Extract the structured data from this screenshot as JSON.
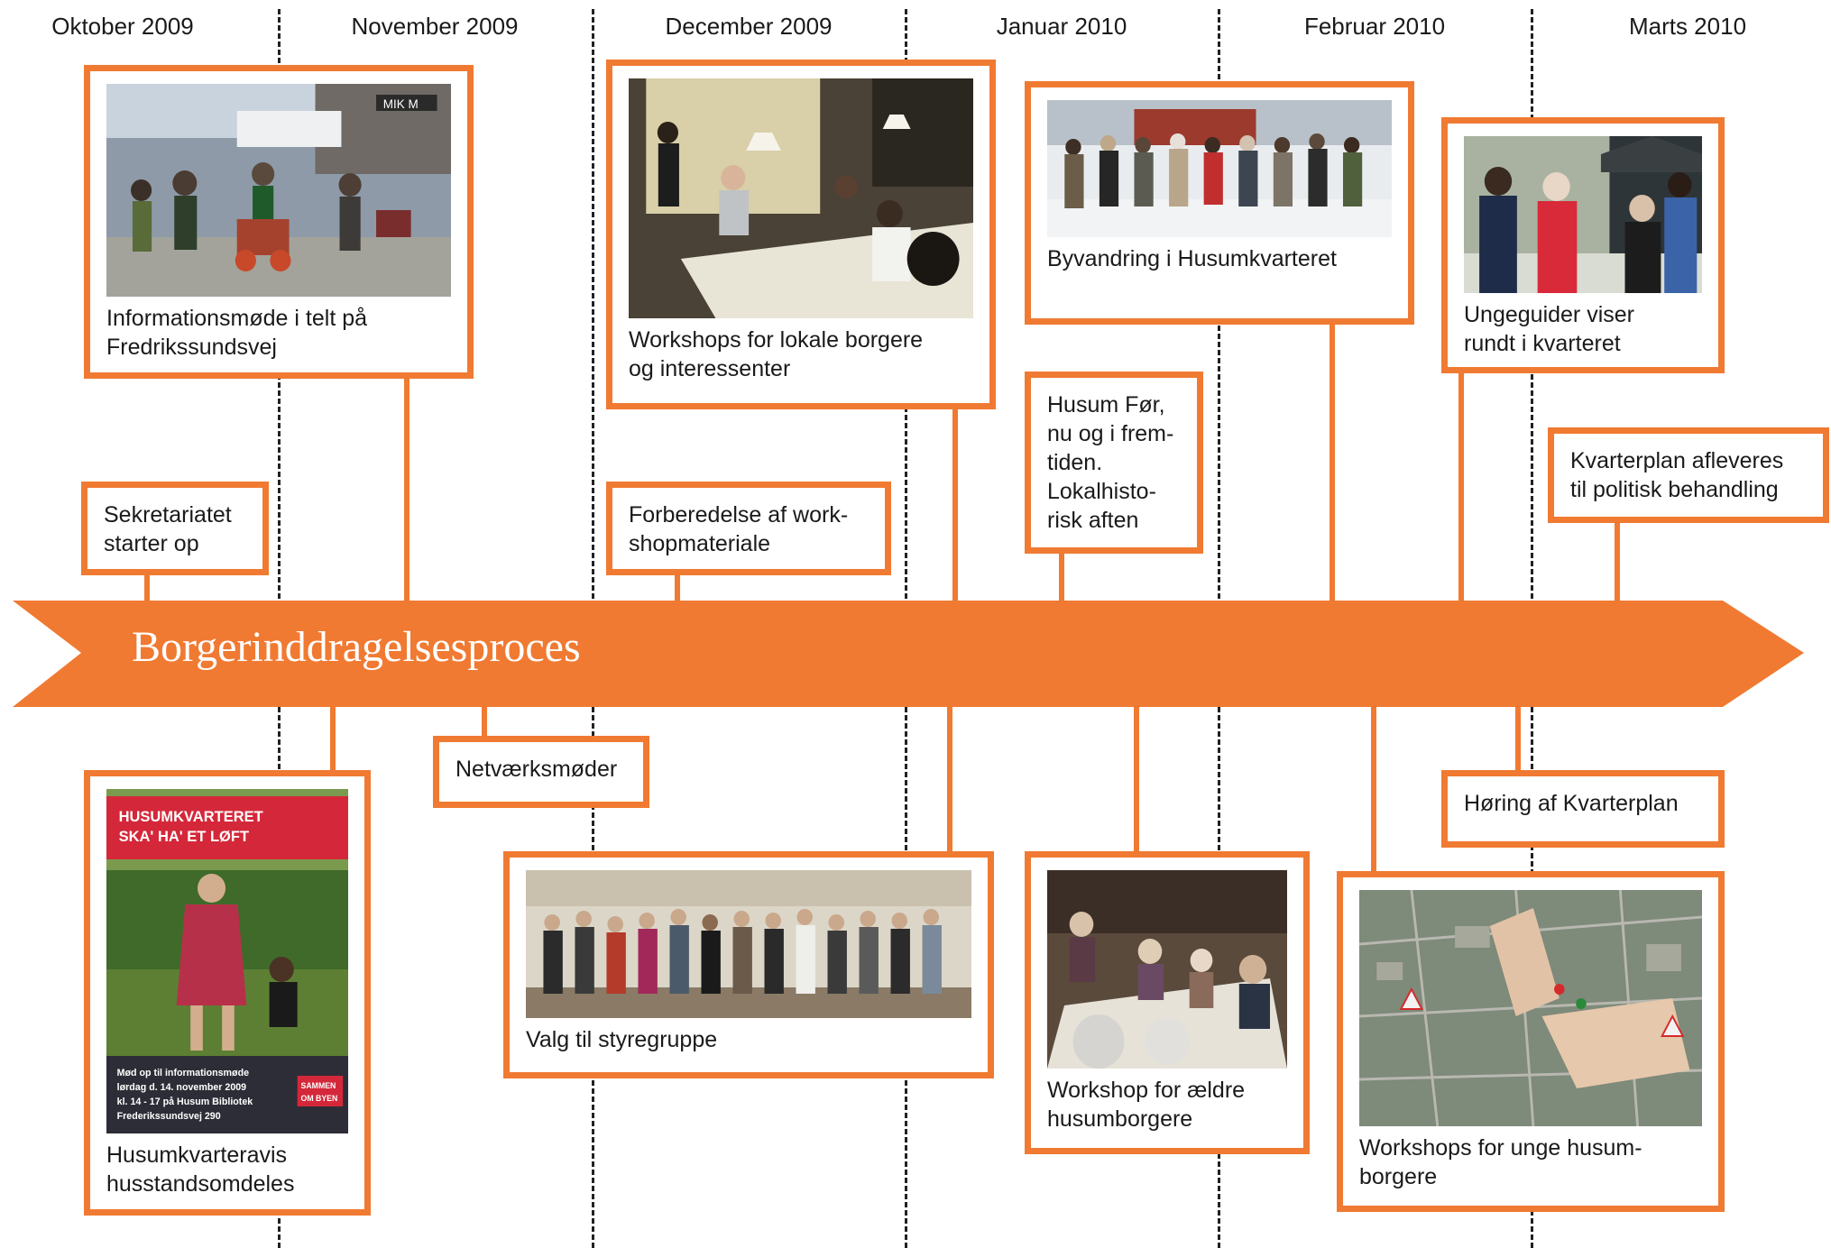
{
  "colors": {
    "accent": "#f07a32",
    "text": "#1a1a1a",
    "divider": "#222222"
  },
  "months": [
    "Oktober 2009",
    "November 2009",
    "December 2009",
    "Januar 2010",
    "Februar 2010",
    "Marts 2010"
  ],
  "arrow_label": "Borgerinddragelsesproces",
  "events": [
    {
      "caption": "Informationsmøde i telt på\nFredrikssundsvej",
      "photo": "street-tent-meeting"
    },
    {
      "caption": "Workshops for  lokale borgere\nog interessenter",
      "photo": "workshop-room"
    },
    {
      "caption": "Byvandring i Husumkvarteret",
      "photo": "group-walk-snow"
    },
    {
      "caption": "Ungeguider viser\nrundt i kvarteret",
      "photo": "young-guides"
    },
    {
      "caption": "Husum Før,\nnu og i frem-\ntiden.\nLokalhisto-\nrisk aften"
    },
    {
      "caption": "Kvarterplan afleveres\ntil politisk behandling"
    },
    {
      "caption": "Sekretariatet\nstarter op"
    },
    {
      "caption": "Forberedelse af work-\nshopmateriale"
    },
    {
      "caption": "Netværksmøder"
    },
    {
      "caption": "Husumkvarteravis\nhusstandsomdeles",
      "photo": "newspaper-cover"
    },
    {
      "caption": "Valg til styregruppe",
      "photo": "group-photo"
    },
    {
      "caption": "Workshop for ældre\nhusumborgere",
      "photo": "elderly-workshop"
    },
    {
      "caption": "Høring af Kvarterplan"
    },
    {
      "caption": "Workshops for unge husum-\nborgere",
      "photo": "map-hands"
    }
  ],
  "newspaper": {
    "headline_1": "HUSUMKVARTERET",
    "headline_2": "SKA' HA' ET LØFT",
    "line_1": "Mød op til informationsmøde",
    "line_2": "lørdag d. 14. november 2009",
    "line_3": "kl. 14 - 17 på Husum Bibliotek",
    "line_4": "Frederikssundsvej 290",
    "badge_1": "SAMMEN",
    "badge_2": "OM BYEN"
  },
  "store_sign": "MIK M"
}
